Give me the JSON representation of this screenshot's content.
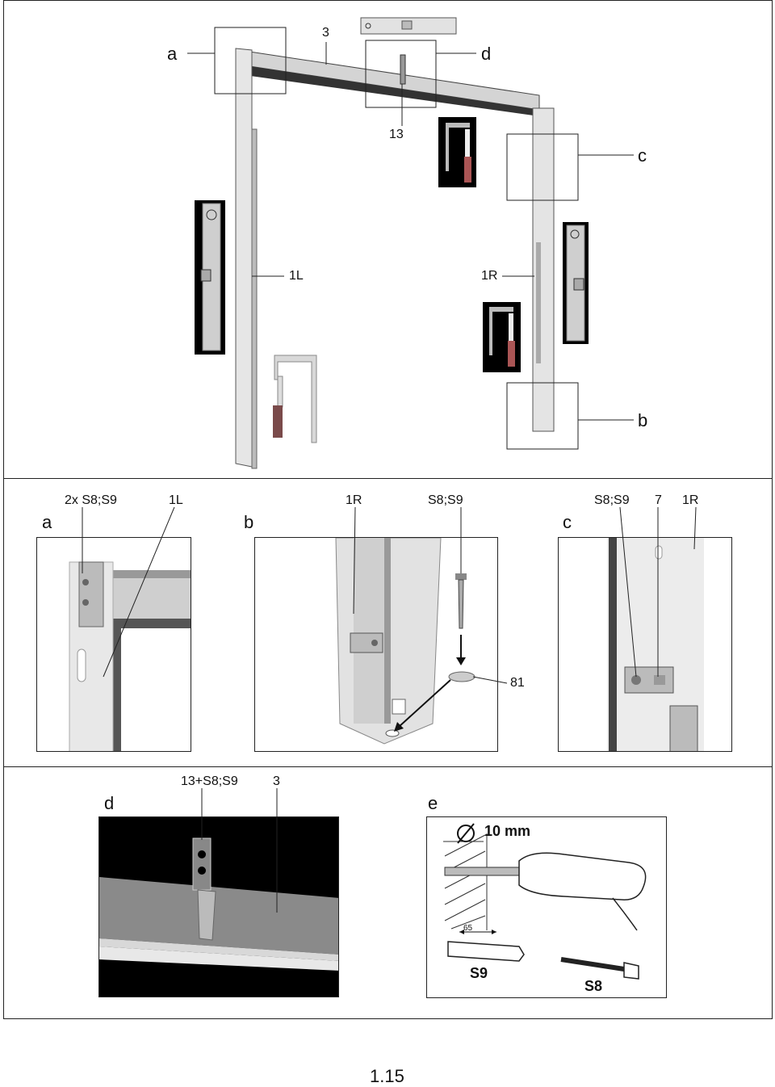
{
  "top": {
    "callouts": {
      "a": "a",
      "b": "b",
      "c": "c",
      "d": "d"
    },
    "parts": {
      "beam": "3",
      "bracket": "13",
      "left_frame": "1L",
      "right_frame": "1R"
    }
  },
  "detail_a": {
    "letter": "a",
    "screws": "2x S8;S9",
    "frame": "1L"
  },
  "detail_b": {
    "letter": "b",
    "frame": "1R",
    "screws": "S8;S9",
    "cap": "81"
  },
  "detail_c": {
    "letter": "c",
    "screws": "S8;S9",
    "bracket": "7",
    "frame": "1R"
  },
  "detail_d": {
    "letter": "d",
    "fixing": "13+S8;S9",
    "beam": "3"
  },
  "detail_e": {
    "letter": "e",
    "drill": "10 mm",
    "depth": "65",
    "plug": "S9",
    "screw": "S8"
  },
  "page_number": "1.15"
}
